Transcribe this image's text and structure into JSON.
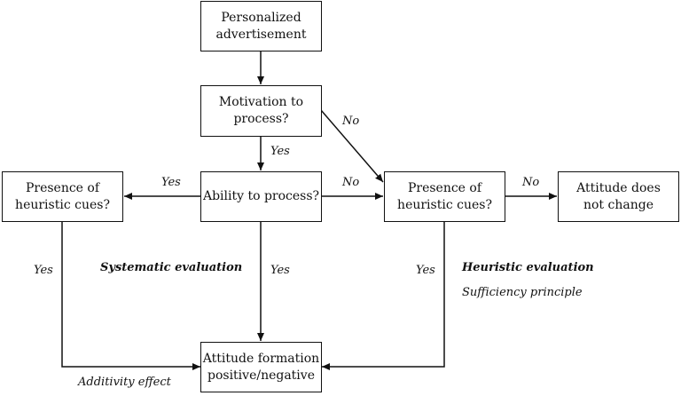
{
  "boxes": {
    "personalized_ad": "Personalized\nadvertisement",
    "motivation": "Motivation to\nprocess?",
    "ability": "Ability to process?",
    "cues_left": "Presence of\nheuristic cues?",
    "cues_right": "Presence of\nheuristic cues?",
    "no_change": "Attitude does\nnot change",
    "formation": "Attitude formation\npositive/negative"
  },
  "edge_labels": {
    "motivation_yes": "Yes",
    "motivation_no": "No",
    "ability_yes_left": "Yes",
    "ability_no": "No",
    "ability_yes_down": "Yes",
    "cues_left_yes": "Yes",
    "cues_right_yes": "Yes",
    "cues_right_no": "No"
  },
  "annotations": {
    "systematic": "Systematic evaluation",
    "heuristic": "Heuristic evaluation",
    "sufficiency": "Sufficiency principle",
    "additivity": "Additivity effect"
  }
}
